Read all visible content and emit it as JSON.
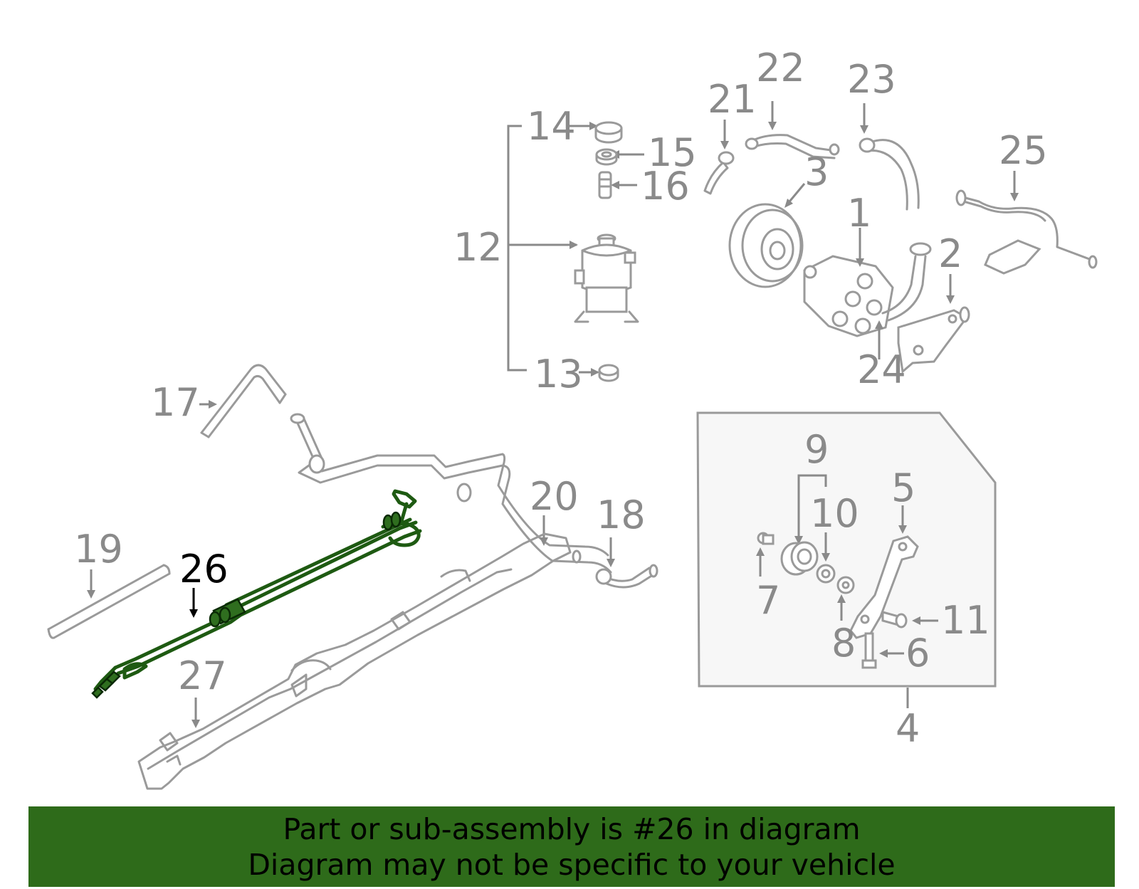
{
  "diagram": {
    "callouts": [
      "1",
      "2",
      "3",
      "4",
      "5",
      "6",
      "7",
      "8",
      "9",
      "10",
      "11",
      "12",
      "13",
      "14",
      "15",
      "16",
      "17",
      "18",
      "19",
      "20",
      "21",
      "22",
      "23",
      "24",
      "25",
      "26",
      "27"
    ],
    "highlighted_part": "26",
    "highlight_color": "#2e6b1a",
    "line_color": "#9a9a9a"
  },
  "banner": {
    "line1": "Part or sub-assembly is #26 in diagram",
    "line2": "Diagram may not be specific to your vehicle",
    "background": "#2e6b1a"
  }
}
